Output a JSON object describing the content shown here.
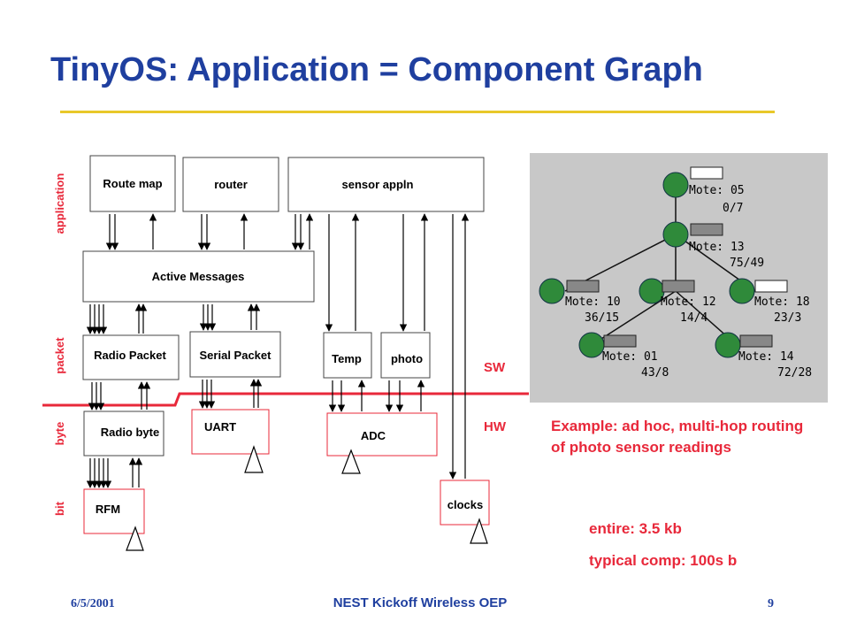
{
  "title": "TinyOS: Application = Component Graph",
  "diagram": {
    "layers": {
      "application": "application",
      "packet": "packet",
      "byte": "byte",
      "bit": "bit"
    },
    "components": {
      "route_map": "Route map",
      "router": "router",
      "sensor_appln": "sensor appln",
      "active_messages": "Active Messages",
      "radio_packet": "Radio Packet",
      "serial_packet": "Serial Packet",
      "temp": "Temp",
      "photo": "photo",
      "radio_byte": "Radio byte",
      "uart": "UART",
      "adc": "ADC",
      "rfm": "RFM",
      "clocks": "clocks"
    },
    "sw_label": "SW",
    "hw_label": "HW",
    "colors": {
      "layer_text": "#e8283a",
      "boundary": "#e8283a",
      "hw_box": "#e8283a"
    }
  },
  "network": {
    "motes": [
      {
        "name": "Mote: 05",
        "stats": "0/7"
      },
      {
        "name": "Mote: 13",
        "stats": "75/49"
      },
      {
        "name": "Mote: 10",
        "stats": "36/15"
      },
      {
        "name": "Mote: 12",
        "stats": "14/4"
      },
      {
        "name": "Mote: 18",
        "stats": "23/3"
      },
      {
        "name": "Mote: 01",
        "stats": "43/8"
      },
      {
        "name": "Mote: 14",
        "stats": "72/28"
      }
    ]
  },
  "caption": "Example: ad hoc, multi-hop routing of photo sensor readings",
  "stats": {
    "entire": "entire: 3.5 kb",
    "typical": "typical comp: 100s b"
  },
  "footer": {
    "date": "6/5/2001",
    "title": "NEST Kickoff Wireless OEP",
    "page": "9"
  }
}
